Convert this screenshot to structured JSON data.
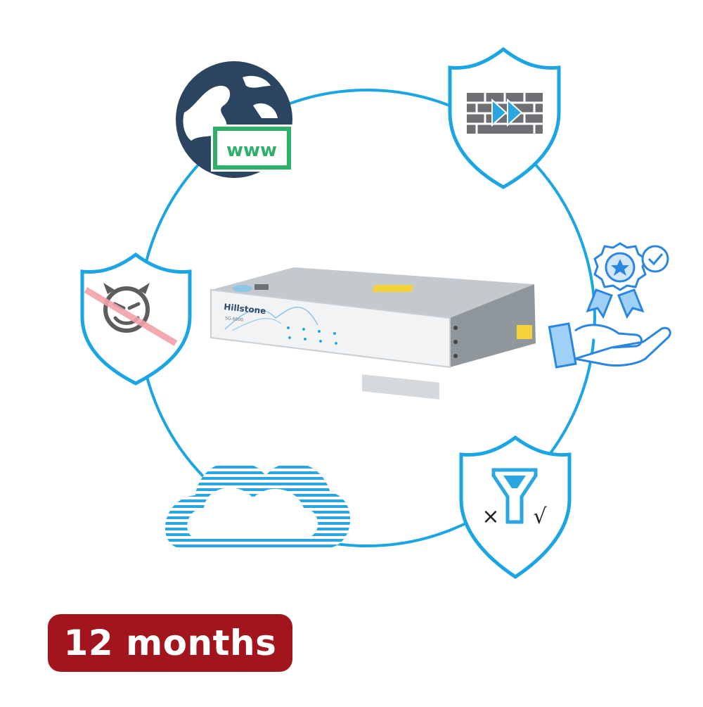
{
  "colors": {
    "ring": "#1ba6e3",
    "shield_stroke": "#1ba6e3",
    "globe": "#2b445f",
    "www_green": "#2fb06a",
    "firewall_gray": "#6d6f72",
    "arrow_blue": "#2aa7e1",
    "devil_gray": "#5d5d5d",
    "strike_pink": "#f2a1a8",
    "award_blue": "#2a86e0",
    "funnel_blue": "#2aa7e1",
    "badge_red": "#a3151d",
    "device_body": "#b9bec4",
    "device_front": "#f2f3f4"
  },
  "icons": {
    "web": "globe-www-icon",
    "firewall": "firewall-shield-icon",
    "malware": "antimalware-shield-icon",
    "award": "award-hand-icon",
    "cloud": "cloud-icon",
    "filter": "filter-shield-icon"
  },
  "globe": {
    "www_label": "www"
  },
  "device": {
    "brand": "Hillstone",
    "model": "SG-6000"
  },
  "filter_shield": {
    "deny_symbol": "×",
    "allow_symbol": "√"
  },
  "badge": {
    "label": "12 months"
  }
}
